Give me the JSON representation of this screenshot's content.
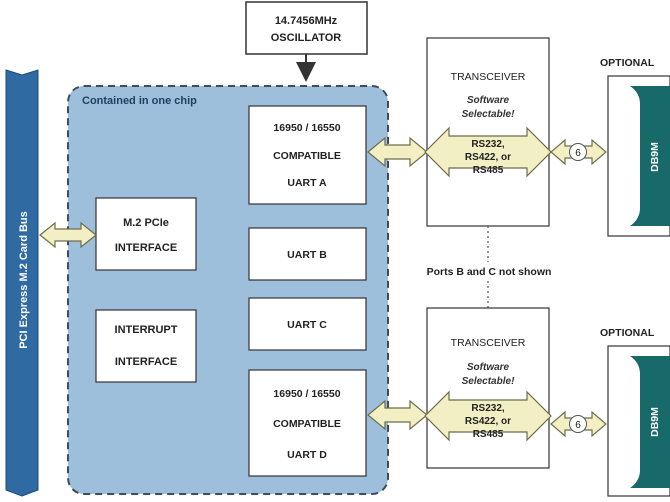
{
  "bus": {
    "label": "PCI Express M.2 Card Bus"
  },
  "oscillator": {
    "line1": "14.7456MHz",
    "line2": "OSCILLATOR"
  },
  "chip": {
    "label": "Contained in one chip"
  },
  "pcie_interface": {
    "line1": "M.2 PCIe",
    "line2": "INTERFACE"
  },
  "interrupt_interface": {
    "line1": "INTERRUPT",
    "line2": "INTERFACE"
  },
  "uart_a": {
    "line1": "16950 / 16550",
    "line2": "COMPATIBLE",
    "line3": "UART A"
  },
  "uart_b": {
    "label": "UART B"
  },
  "uart_c": {
    "label": "UART C"
  },
  "uart_d": {
    "line1": "16950 / 16550",
    "line2": "COMPATIBLE",
    "line3": "UART D"
  },
  "transceivers": [
    {
      "title": "TRANSCEIVER",
      "sub1": "Software",
      "sub2": "Selectable!",
      "proto1": "RS232,",
      "proto2": "RS422, or",
      "proto3": "RS485"
    },
    {
      "title": "TRANSCEIVER",
      "sub1": "Software",
      "sub2": "Selectable!",
      "proto1": "RS232,",
      "proto2": "RS422, or",
      "proto3": "RS485"
    }
  ],
  "ports_note": "Ports B and C not shown",
  "connectors": [
    {
      "optional": "OPTIONAL",
      "name": "DB9M",
      "lines": "6"
    },
    {
      "optional": "OPTIONAL",
      "name": "DB9M",
      "lines": "6"
    }
  ],
  "colors": {
    "bus_blue": "#2f6aa3",
    "chip_fill": "#9dbfdc",
    "chip_border": "#3f4d5b",
    "arrow_fill": "#f3efc4",
    "arrow_stroke": "#6d6d4a",
    "connector_teal": "#17696a"
  }
}
